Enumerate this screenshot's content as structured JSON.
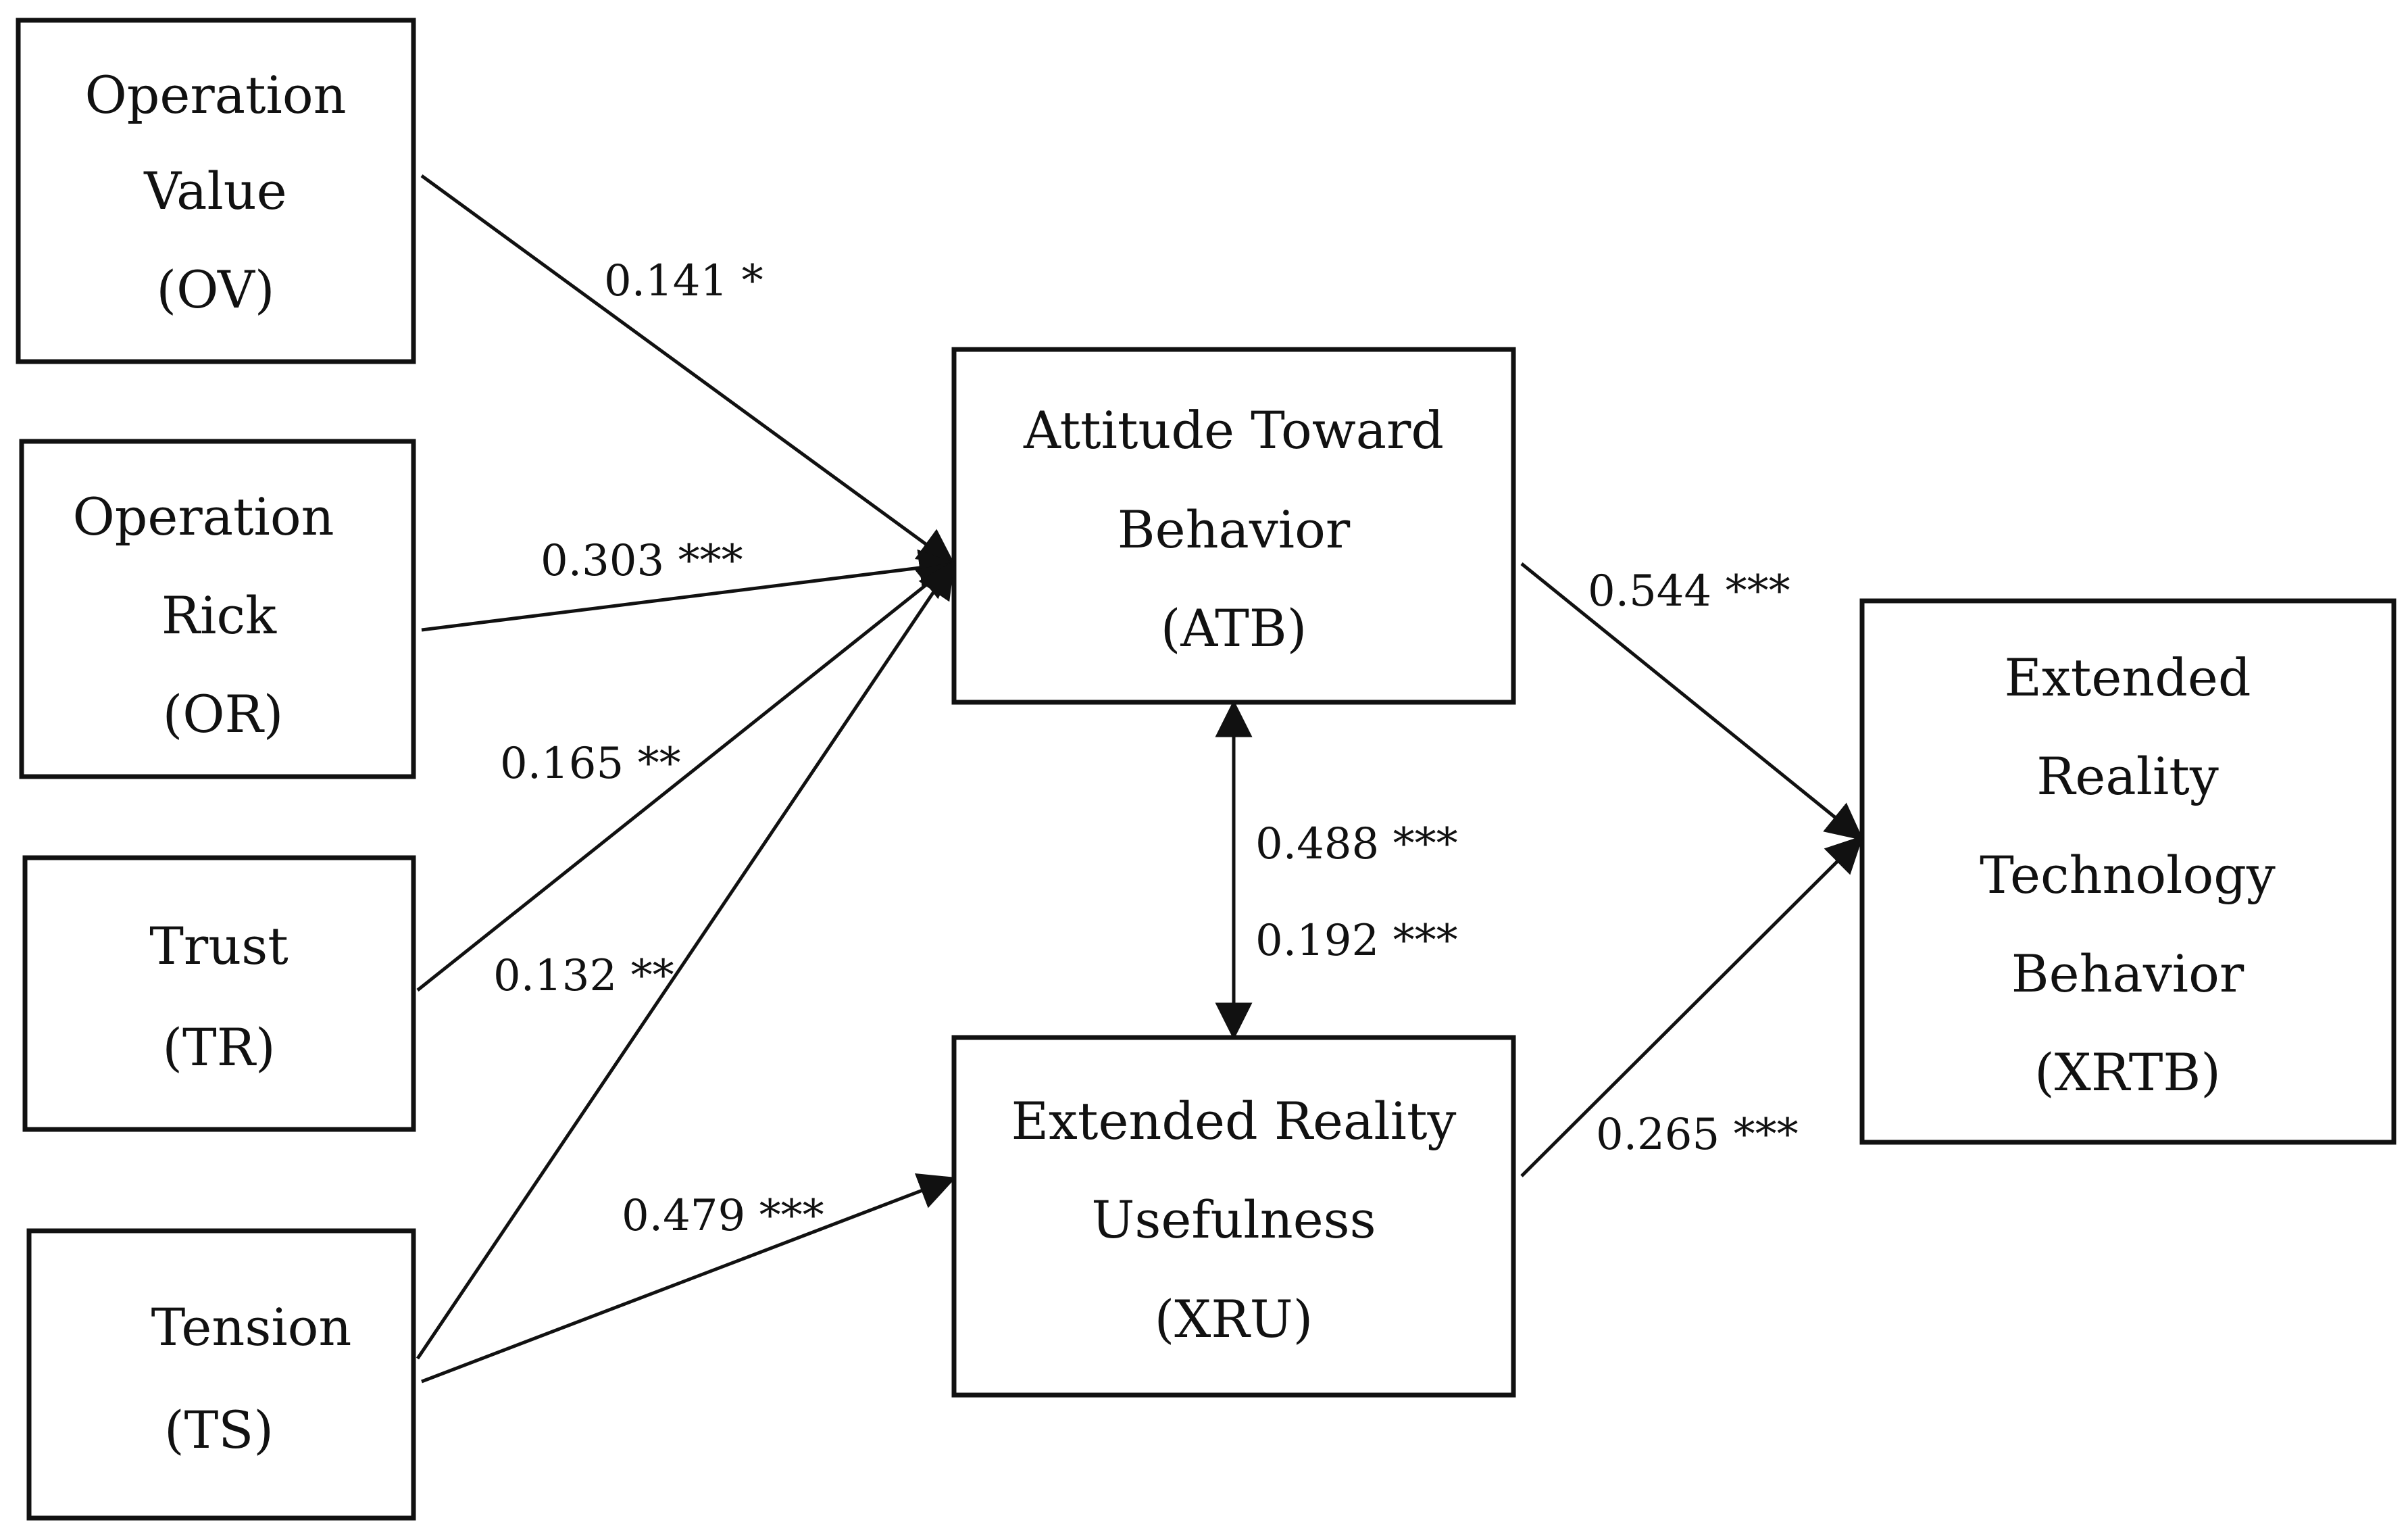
{
  "nodes": {
    "ov": {
      "lines": [
        "Operation",
        "Value",
        "(OV)"
      ]
    },
    "or": {
      "lines": [
        "Operation",
        "Rick",
        "(OR)"
      ]
    },
    "tr": {
      "lines": [
        "Trust",
        "(TR)"
      ]
    },
    "ts": {
      "lines": [
        "Tension",
        "(TS)"
      ]
    },
    "atb": {
      "lines": [
        "Attitude Toward",
        "Behavior",
        "(ATB)"
      ]
    },
    "xru": {
      "lines": [
        "Extended Reality",
        "Usefulness",
        "(XRU)"
      ]
    },
    "xrtb": {
      "lines": [
        "Extended",
        "Reality",
        "Technology",
        "Behavior",
        "(XRTB)"
      ]
    }
  },
  "paths": {
    "ov_atb": "0.141 *",
    "or_atb": "0.303 ***",
    "tr_atb": "0.165 **",
    "ts_atb": "0.132 **",
    "ts_xru": "0.479 ***",
    "atb_xrtb": "0.544 ***",
    "xru_xrtb": "0.265 ***",
    "atb_xru_a": "0.488 ***",
    "atb_xru_b": "0.192 ***"
  },
  "colors": {
    "line": "#111111",
    "background": "#ffffff"
  }
}
